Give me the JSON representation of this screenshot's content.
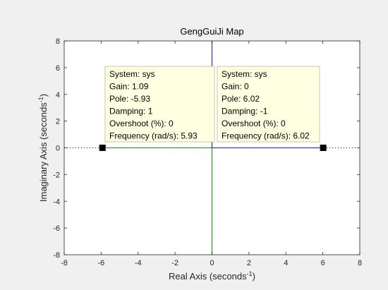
{
  "chart_data": {
    "type": "scatter",
    "title": "GengGuiJi Map",
    "xlabel": "Real Axis (seconds",
    "ylabel": "Imaginary Axis (seconds",
    "label_superscript": "-1",
    "label_close": ")",
    "xlim": [
      -8,
      8
    ],
    "ylim": [
      -8,
      8
    ],
    "xticks": [
      -8,
      -6,
      -4,
      -2,
      0,
      2,
      4,
      6,
      8
    ],
    "yticks": [
      -8,
      -6,
      -4,
      -2,
      0,
      2,
      4,
      6,
      8
    ],
    "grid": false,
    "series": [
      {
        "marker": "square",
        "color": "#000000",
        "points": [
          {
            "x": -5.93,
            "y": 0
          },
          {
            "x": 6.02,
            "y": 0
          }
        ]
      }
    ],
    "lines": [
      {
        "color": "#3a9a3a",
        "points": [
          [
            -5.93,
            0
          ],
          [
            0,
            0
          ],
          [
            0,
            -8
          ]
        ]
      },
      {
        "color": "#3a3acc",
        "points": [
          [
            6.02,
            0
          ],
          [
            0,
            0
          ],
          [
            0,
            8
          ]
        ]
      }
    ],
    "dotted_reference_line": {
      "y": 0,
      "color": "#000000"
    },
    "datatips": [
      {
        "anchor": {
          "x": -5.93,
          "y": 0
        },
        "lines": [
          "System: sys",
          "Gain: 1.09",
          "Pole: -5.93",
          "Damping: 1",
          "Overshoot (%): 0",
          "Frequency (rad/s): 5.93"
        ]
      },
      {
        "anchor": {
          "x": 6.02,
          "y": 0
        },
        "lines": [
          "System: sys",
          "Gain: 0",
          "Pole: 6.02",
          "Damping: -1",
          "Overshoot (%): 0",
          "Frequency (rad/s): 6.02"
        ]
      }
    ],
    "colors": {
      "figure_bg": "#f0f0f0",
      "axes_bg": "#ffffff",
      "axes_edge": "#262626",
      "datatip_bg": "#ffffe1",
      "datatip_edge": "#c8c8a8"
    }
  }
}
